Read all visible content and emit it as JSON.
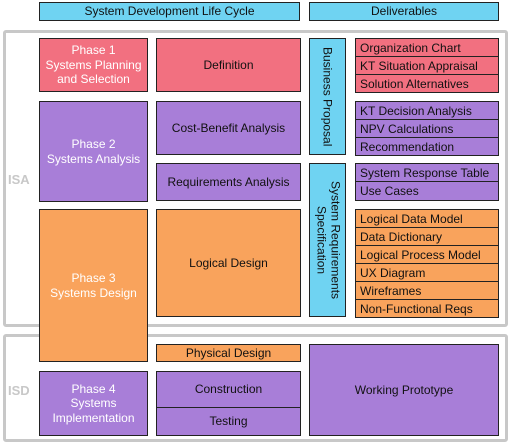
{
  "header": {
    "sdlc": "System Development Life Cycle",
    "deliverables": "Deliverables"
  },
  "regions": {
    "isa": "ISA",
    "isd": "ISD"
  },
  "phases": {
    "p1": "Phase 1\nSystems Planning\nand Selection",
    "p2": "Phase 2\nSystems Analysis",
    "p3": "Phase 3\nSystems Design",
    "p4": "Phase 4\nSystems\nImplementation"
  },
  "activities": {
    "definition": "Definition",
    "cost_benefit": "Cost-Benefit Analysis",
    "requirements": "Requirements Analysis",
    "logical_design": "Logical Design",
    "physical_design": "Physical Design",
    "construction": "Construction",
    "testing": "Testing"
  },
  "deliverable_groups": {
    "business_proposal": "Business Proposal",
    "srs": "System Requirements Specification",
    "working_prototype": "Working Prototype"
  },
  "deliverables": {
    "pink": [
      "Organization Chart",
      "KT Situation Appraisal",
      "Solution Alternatives"
    ],
    "purple_a": [
      "KT Decision Analysis",
      "NPV Calculations",
      "Recommendation"
    ],
    "purple_b": [
      "System Response Table",
      "Use Cases"
    ],
    "orange": [
      "Logical Data Model",
      "Data Dictionary",
      "Logical Process Model",
      "UX Diagram",
      "Wireframes",
      "Non-Functional Reqs"
    ]
  },
  "colors": {
    "cyan": "#6fd3f2",
    "pink": "#f27080",
    "purple": "#a87ed8",
    "orange": "#f9a35c",
    "region_border": "#c8c8c8"
  }
}
